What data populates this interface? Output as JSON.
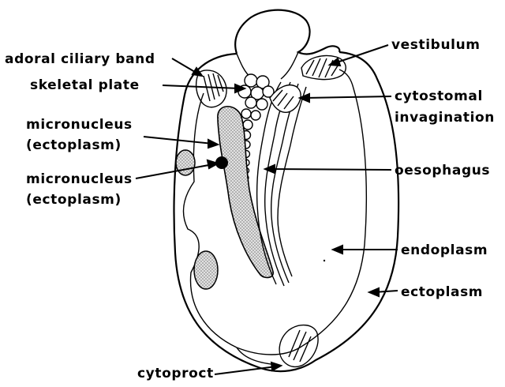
{
  "colors": {
    "ink": "#000000",
    "paper": "#ffffff",
    "stipple": "#cfcfcf"
  },
  "labels": {
    "adoral_ciliary_band": "adoral ciliary band",
    "skeletal_plate": "skeletal plate",
    "micronucleus_1": "micronucleus",
    "micronucleus_1_sub": "(ectoplasm)",
    "micronucleus_2": "micronucleus",
    "micronucleus_2_sub": "(ectoplasm)",
    "vestibulum": "vestibulum",
    "cytostomal_1": "cytostomal",
    "cytostomal_2": "invagination",
    "oesophagus": "oesophagus",
    "endoplasm": "endoplasm",
    "ectoplasm": "ectoplasm",
    "cytoproct": "cytoproct"
  }
}
